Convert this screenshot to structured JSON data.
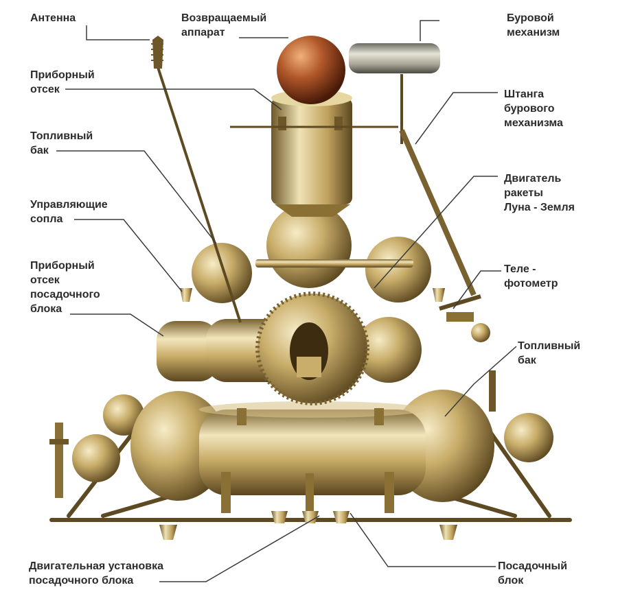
{
  "labels": {
    "antenna": [
      "Антенна"
    ],
    "return_capsule": [
      "Возвращаемый",
      "аппарат"
    ],
    "drill": [
      "Буровой",
      "механизм"
    ],
    "instrument_compartment": [
      "Приборный",
      "отсек"
    ],
    "drill_rod": [
      "Штанга",
      "бурового",
      "механизма"
    ],
    "fuel_tank_left": [
      "Топливный",
      "бак"
    ],
    "engine_luna_earth": [
      "Двигатель",
      "ракеты",
      "Луна - Земля"
    ],
    "control_nozzles": [
      "Управляющие",
      "сопла"
    ],
    "telephotometer": [
      "Теле -",
      "фотометр"
    ],
    "landing_instrument_compartment": [
      "Приборный",
      "отсек",
      "посадочного",
      "блока"
    ],
    "fuel_tank_right": [
      "Топливный",
      "бак"
    ],
    "landing_engine": [
      "Двигательная установка",
      "посадочного блока"
    ],
    "landing_block": [
      "Посадочный",
      "блок"
    ]
  },
  "colors": {
    "brass_light": "#efe2b4",
    "brass_mid": "#c9ad6a",
    "brass_dark": "#7a6230",
    "copper_light": "#d98a55",
    "copper_dark": "#6e2a10",
    "leader": "#3a3a3a"
  }
}
